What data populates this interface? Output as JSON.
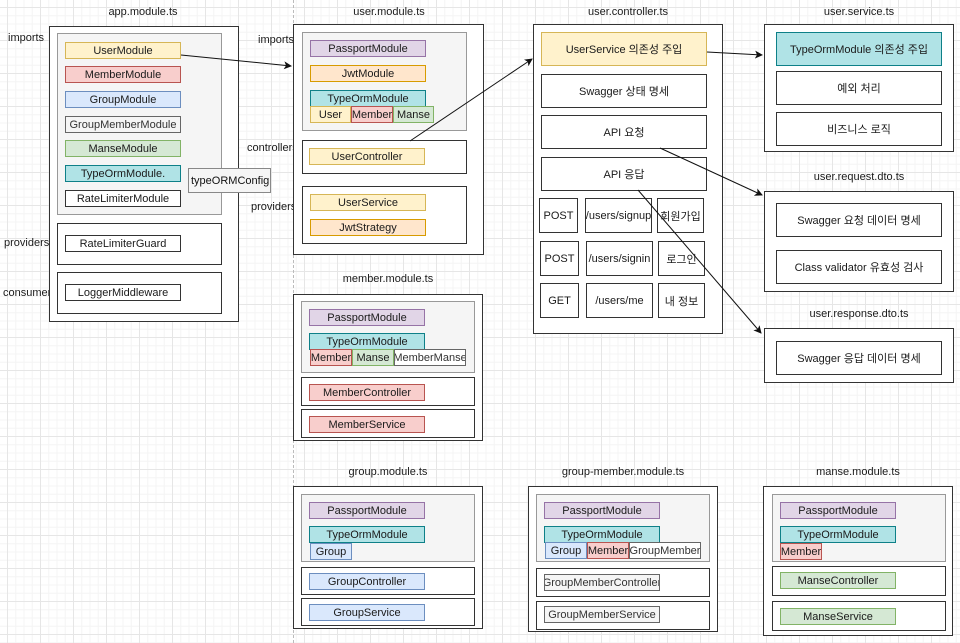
{
  "app_module": {
    "title": "app.module.ts",
    "side_labels": {
      "imports": "imports",
      "providers": "providers",
      "consumer": "consumer"
    },
    "imports": [
      "UserModule",
      "MemberModule",
      "GroupModule",
      "GroupMemberModule",
      "ManseModule",
      "TypeOrmModule.",
      "RateLimiterModule"
    ],
    "typeorm_config": "typeORMConfig",
    "providers": [
      "RateLimiterGuard"
    ],
    "consumer": [
      "LoggerMiddleware"
    ]
  },
  "user_module": {
    "title": "user.module.ts",
    "side_labels": {
      "imports": "imports",
      "controllers": "controllers",
      "providers": "providers"
    },
    "imports": [
      "PassportModule",
      "JwtModule",
      "TypeOrmModule"
    ],
    "entities": [
      "User",
      "Member",
      "Manse"
    ],
    "controllers": [
      "UserController"
    ],
    "providers": [
      "UserService",
      "JwtStrategy"
    ]
  },
  "member_module": {
    "title": "member.module.ts",
    "imports": [
      "PassportModule",
      "TypeOrmModule"
    ],
    "entities": [
      "Member",
      "Manse",
      "MemberManse"
    ],
    "controllers": [
      "MemberController"
    ],
    "providers": [
      "MemberService"
    ]
  },
  "group_module": {
    "title": "group.module.ts",
    "imports": [
      "PassportModule",
      "TypeOrmModule"
    ],
    "entities": [
      "Group"
    ],
    "controllers": [
      "GroupController"
    ],
    "providers": [
      "GroupService"
    ]
  },
  "group_member_module": {
    "title": "group-member.module.ts",
    "imports": [
      "PassportModule",
      "TypeOrmModule"
    ],
    "entities": [
      "Group",
      "Member",
      "GroupMember"
    ],
    "controllers": [
      "GroupMemberController"
    ],
    "providers": [
      "GroupMemberService"
    ]
  },
  "manse_module": {
    "title": "manse.module.ts",
    "imports": [
      "PassportModule",
      "TypeOrmModule"
    ],
    "entities": [
      "Member"
    ],
    "controllers": [
      "ManseController"
    ],
    "providers": [
      "ManseService"
    ]
  },
  "user_controller": {
    "title": "user.controller.ts",
    "blocks": [
      "UserService 의존성 주입",
      "Swagger 상태 명세",
      "API 요청",
      "API 응답"
    ],
    "routes": [
      {
        "method": "POST",
        "path": "/users/signup",
        "desc": "회원가입"
      },
      {
        "method": "POST",
        "path": "/users/signin",
        "desc": "로그인"
      },
      {
        "method": "GET",
        "path": "/users/me",
        "desc": "내 정보"
      }
    ]
  },
  "user_service": {
    "title": "user.service.ts",
    "blocks": [
      "TypeOrmModule 의존성 주입",
      "예외 처리",
      "비즈니스 로직"
    ]
  },
  "user_request_dto": {
    "title": "user.request.dto.ts",
    "blocks": [
      "Swagger 요청 데이터 명세",
      "Class validator 유효성 검사"
    ]
  },
  "user_response_dto": {
    "title": "user.response.dto.ts",
    "blocks": [
      "Swagger 응답 데이터 명세"
    ]
  },
  "colors": {
    "user": "#fff2cc",
    "member": "#f8cecc",
    "group": "#dae8fc",
    "group_member": "#f5f5f5",
    "manse": "#d5e8d4",
    "typeorm": "#b0e3e6",
    "passport": "#e1d5e7",
    "jwt": "#ffe6cc"
  }
}
